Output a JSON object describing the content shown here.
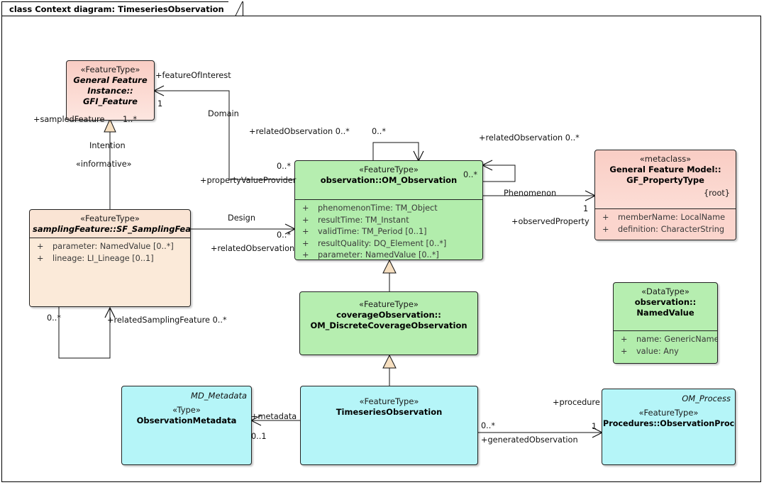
{
  "diagram": {
    "tab_title": "class Context diagram: TimeseriesObservation"
  },
  "classes": {
    "gfi_feature": {
      "stereotype": "«FeatureType»",
      "name_line1": "General Feature",
      "name_line2": "Instance::",
      "name_line3": "GFI_Feature"
    },
    "sampling_feature": {
      "stereotype": "«FeatureType»",
      "name": "samplingFeature::SF_SamplingFeature",
      "attributes": [
        {
          "vis": "+",
          "text": "parameter: NamedValue [0..*]"
        },
        {
          "vis": "+",
          "text": "lineage: LI_Lineage [0..1]"
        }
      ]
    },
    "om_observation": {
      "stereotype": "«FeatureType»",
      "name": "observation::OM_Observation",
      "corner_multiplicity": "0..*",
      "attributes": [
        {
          "vis": "+",
          "text": "phenomenonTime: TM_Object"
        },
        {
          "vis": "+",
          "text": "resultTime: TM_Instant"
        },
        {
          "vis": "+",
          "text": "validTime: TM_Period [0..1]"
        },
        {
          "vis": "+",
          "text": "resultQuality: DQ_Element [0..*]"
        },
        {
          "vis": "+",
          "text": "parameter: NamedValue [0..*]"
        }
      ]
    },
    "gf_propertytype": {
      "stereotype": "«metaclass»",
      "name_line1": "General Feature Model::",
      "name_line2": "GF_PropertyType",
      "constraint": "{root}",
      "attributes": [
        {
          "vis": "+",
          "text": "memberName: LocalName"
        },
        {
          "vis": "+",
          "text": "definition: CharacterString"
        }
      ]
    },
    "coverage_observation": {
      "stereotype": "«FeatureType»",
      "name_line1": "coverageObservation::",
      "name_line2": "OM_DiscreteCoverageObservation"
    },
    "named_value": {
      "stereotype": "«DataType»",
      "name_line1": "observation::",
      "name_line2": "NamedValue",
      "attributes": [
        {
          "vis": "+",
          "text": "name: GenericName"
        },
        {
          "vis": "+",
          "text": "value: Any"
        }
      ]
    },
    "observation_metadata": {
      "tag": "MD_Metadata",
      "stereotype": "«Type»",
      "name": "ObservationMetadata"
    },
    "timeseries_observation": {
      "stereotype": "«FeatureType»",
      "name": "TimeseriesObservation"
    },
    "observation_process": {
      "tag": "OM_Process",
      "stereotype": "«FeatureType»",
      "name": "Procedures::ObservationProcess"
    }
  },
  "associations": {
    "feature_of_interest_role": "+featureOfInterest",
    "feature_of_interest_mult": "1",
    "sampled_feature_role": "+sampledFeature",
    "sampled_feature_mult": "1..*",
    "intention_name": "Intention",
    "intention_stereotype": "«informative»",
    "domain_name": "Domain",
    "domain_related_observation_role": "+relatedObservation 0..*",
    "property_value_provider_mult": "0..*",
    "property_value_provider_role": "+propertyValueProvider",
    "design_name": "Design",
    "design_mult": "0..*",
    "design_related_observation_role": "+relatedObservation",
    "self_related_observation_top_mult": "0..*",
    "self_related_observation_right_role": "+relatedObservation 0..*",
    "self_related_observation_right_mult": "0..*",
    "phenomenon_name": "Phenomenon",
    "phenomenon_mult": "1",
    "observed_property_role": "+observedProperty",
    "related_sampling_feature_mult": "0..*",
    "related_sampling_feature_role": "+relatedSamplingFeature 0..*",
    "metadata_role": "+metadata",
    "metadata_mult": "0..1",
    "procedure_role": "+procedure",
    "procedure_mult": "1",
    "generated_observation_mult": "0..*",
    "generated_observation_role": "+generatedObservation"
  },
  "colors": {
    "featuretype_pink": "#fbd5cd",
    "featuretype_green": "#b6eeb0",
    "samplingfeature_peach": "#fae4d4",
    "type_cyan": "#b5f5f8",
    "line": "#111111",
    "generalization_fill": "#f6dfc0"
  }
}
